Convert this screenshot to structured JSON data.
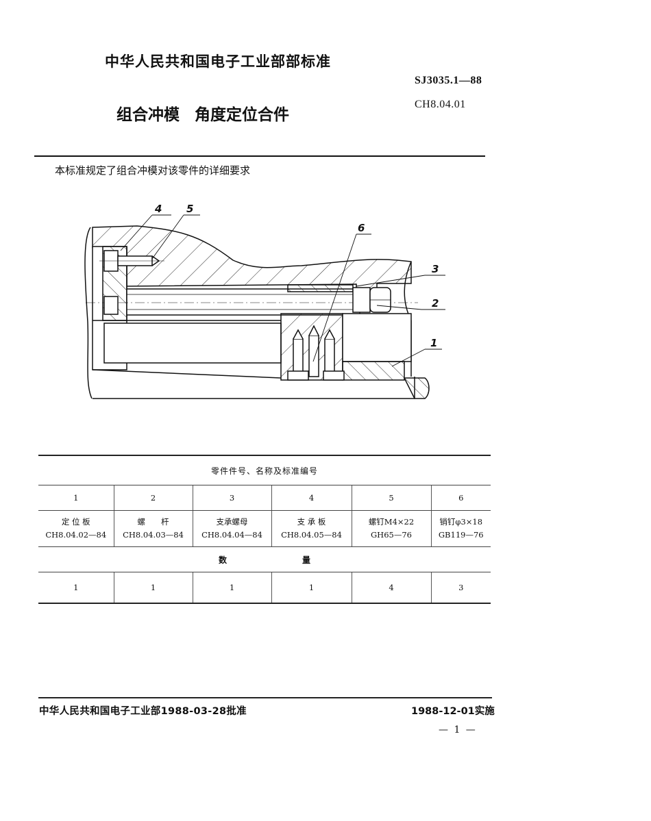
{
  "header": {
    "organization_standard": "中华人民共和国电子工业部部标准",
    "standard_number": "SJ3035.1—88",
    "classification_code": "CH8.04.01",
    "title_part1": "组合冲模",
    "title_part2": "角度定位合件"
  },
  "intro": "本标准规定了组合冲模对该零件的详细要求",
  "drawing": {
    "balloons": [
      "1",
      "2",
      "3",
      "4",
      "5",
      "6"
    ]
  },
  "parts_table": {
    "caption": "零件件号、名称及标准编号",
    "indices": [
      "1",
      "2",
      "3",
      "4",
      "5",
      "6"
    ],
    "names": [
      "定 位 板",
      "螺　　杆",
      "支承螺母",
      "支 承 板",
      "螺钉M4×22",
      "销钉φ3×18"
    ],
    "codes": [
      "CH8.04.02—84",
      "CH8.04.03—84",
      "CH8.04.04—84",
      "CH8.04.05—84",
      "GH65—76",
      "GB119—76"
    ],
    "quantity_label_1": "数",
    "quantity_label_2": "量",
    "quantities": [
      "1",
      "1",
      "1",
      "1",
      "4",
      "3"
    ]
  },
  "footer": {
    "approval": "中华人民共和国电子工业部1988-03-28批准",
    "effective": "1988-12-01实施",
    "page": "— 1 —"
  }
}
